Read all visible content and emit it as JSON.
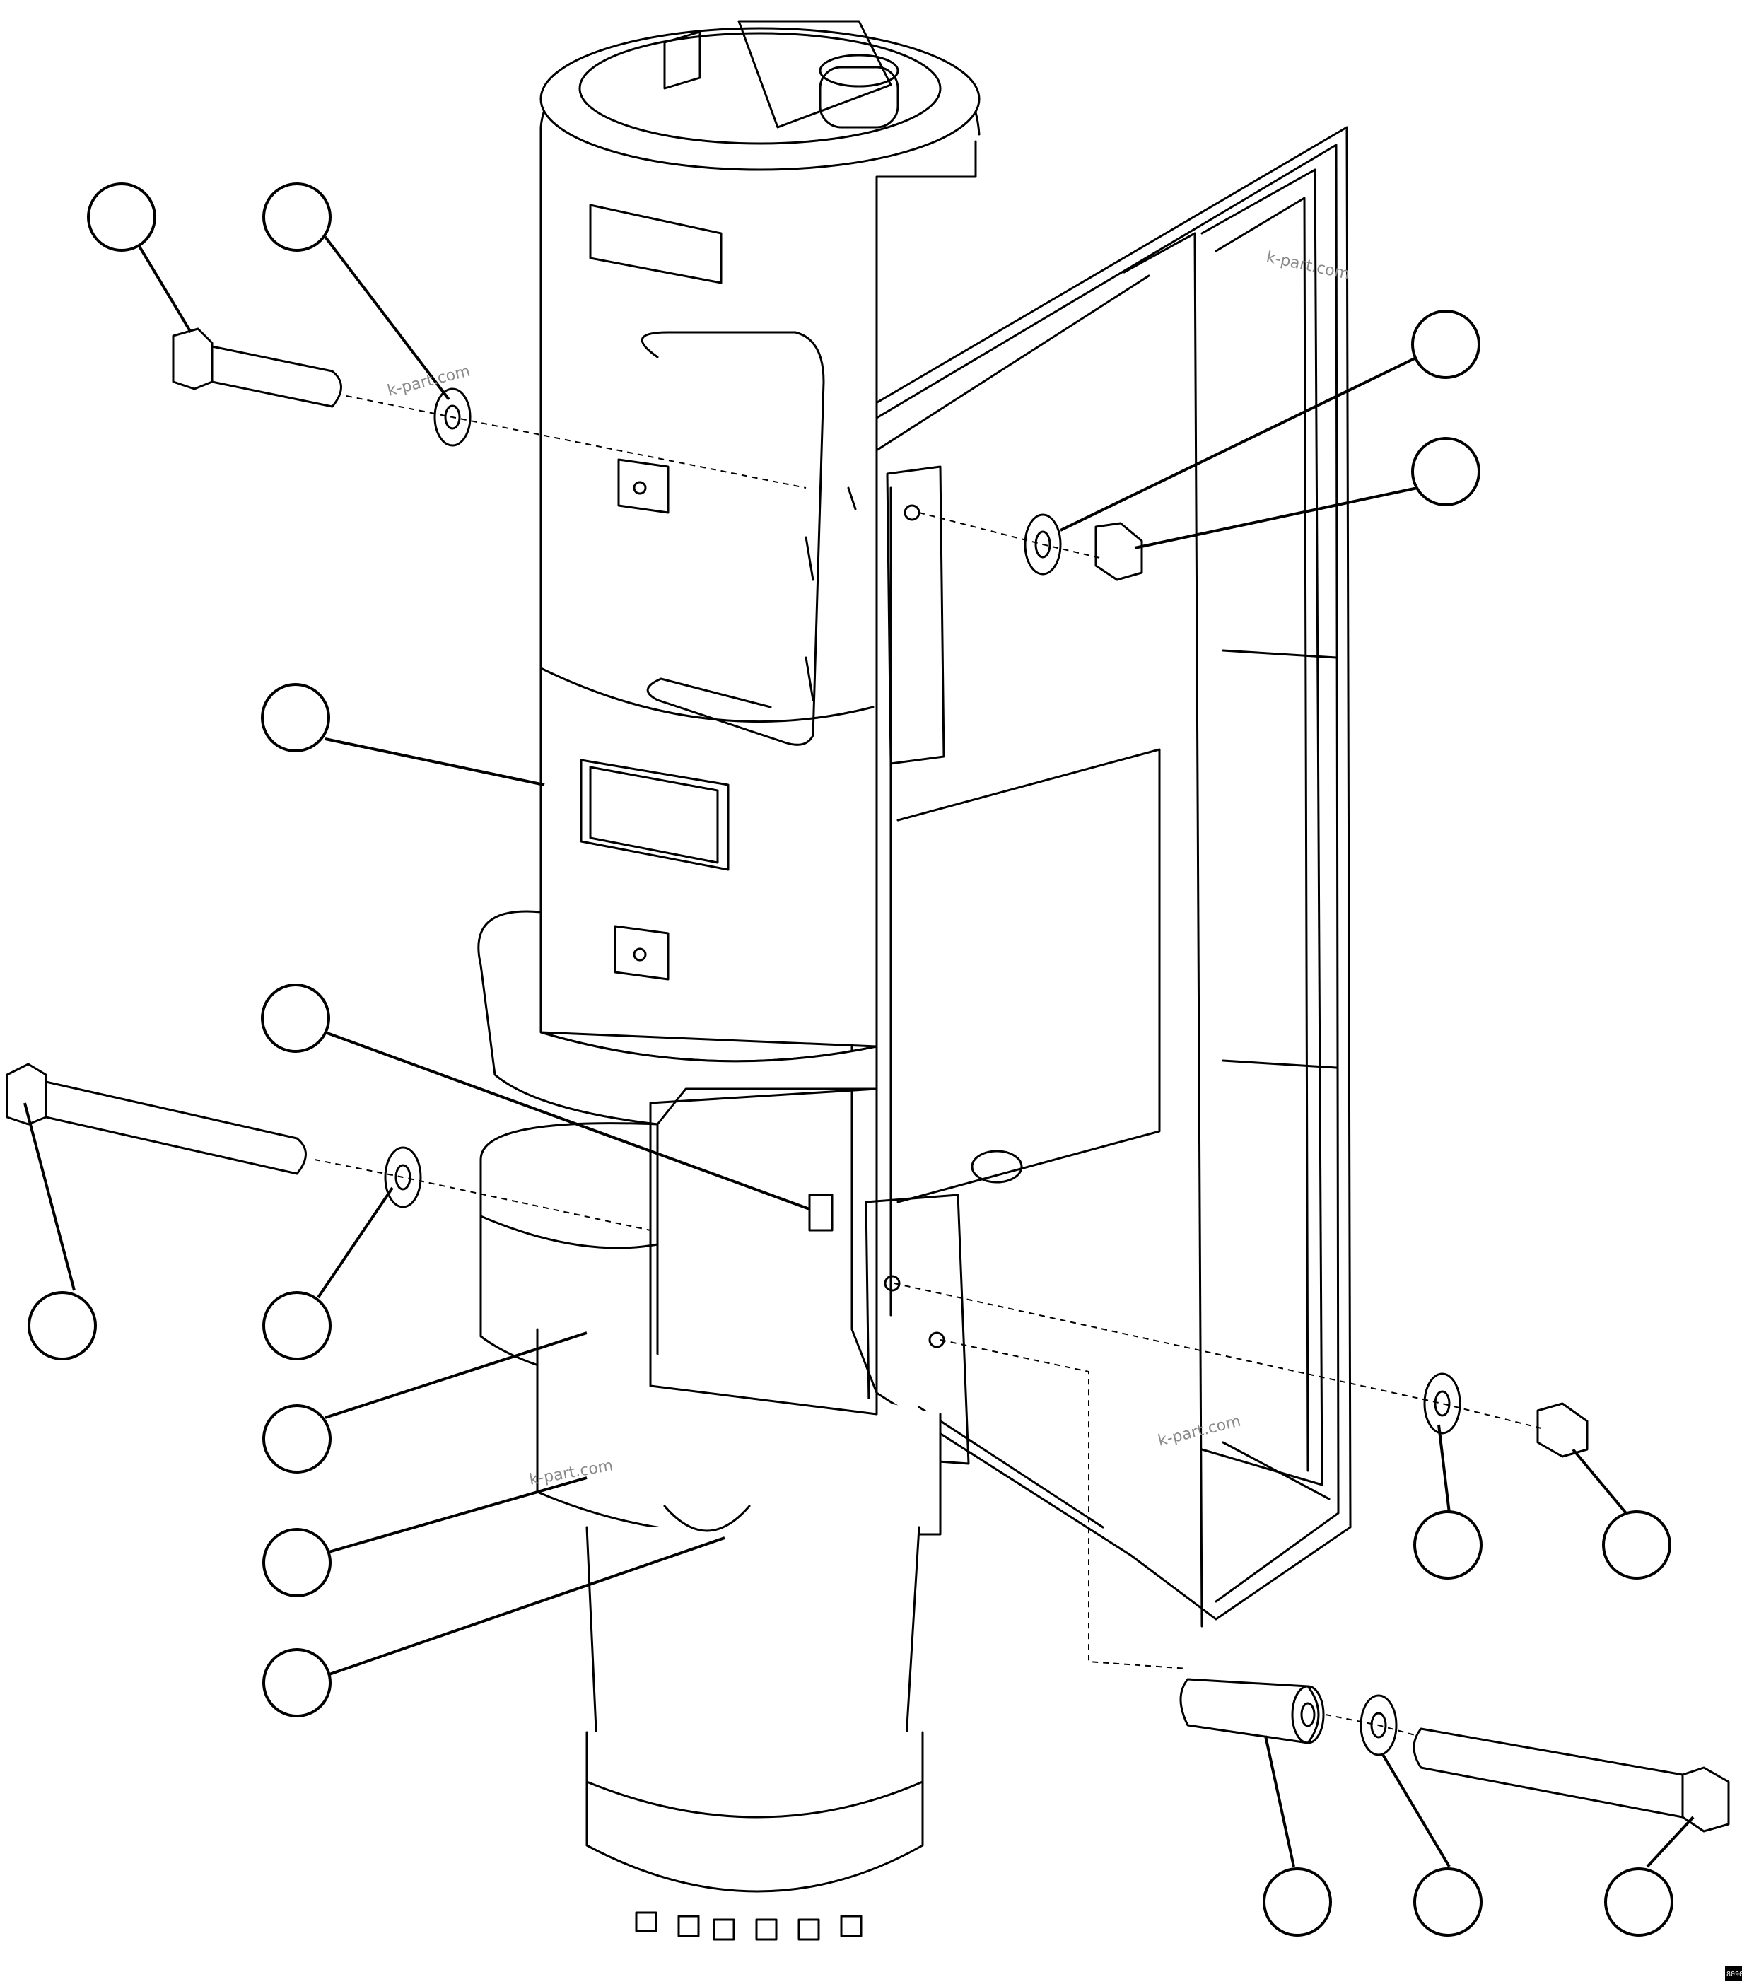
{
  "diagram": {
    "kind": "exploded parts view",
    "line_color": "#000000",
    "background": "#ffffff",
    "watermarks": [
      "k-part.com",
      "k-part.com",
      "k-part.com",
      "k-part.com"
    ],
    "callouts": [
      {
        "id": "c1",
        "label": ""
      },
      {
        "id": "c2",
        "label": ""
      },
      {
        "id": "c3",
        "label": ""
      },
      {
        "id": "c4",
        "label": ""
      },
      {
        "id": "c5",
        "label": ""
      },
      {
        "id": "c6",
        "label": ""
      },
      {
        "id": "c7",
        "label": ""
      },
      {
        "id": "c8",
        "label": ""
      },
      {
        "id": "c9",
        "label": ""
      },
      {
        "id": "c10",
        "label": ""
      },
      {
        "id": "c11",
        "label": ""
      },
      {
        "id": "c12",
        "label": ""
      },
      {
        "id": "c13",
        "label": ""
      },
      {
        "id": "c14",
        "label": ""
      },
      {
        "id": "c15",
        "label": ""
      },
      {
        "id": "c16",
        "label": ""
      },
      {
        "id": "c17",
        "label": ""
      },
      {
        "id": "c18",
        "label": ""
      }
    ],
    "corner_stamp": "8090"
  }
}
